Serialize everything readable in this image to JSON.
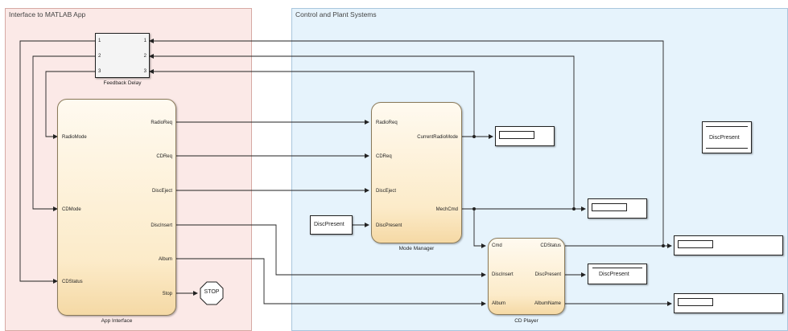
{
  "areas": {
    "interface_title": "Interface to MATLAB App",
    "plant_title": "Control and Plant Systems"
  },
  "feedback_delay": {
    "name": "Feedback Delay",
    "inputs": [
      "1",
      "2",
      "3"
    ],
    "outputs": [
      "1",
      "2",
      "3"
    ]
  },
  "app_interface": {
    "name": "App Interface",
    "inputs": [
      "RadioMode",
      "CDMode",
      "CDStatus"
    ],
    "outputs": [
      "RadioReq",
      "CDReq",
      "DiscEject",
      "DiscInsert",
      "Album",
      "Stop"
    ]
  },
  "stop_block": {
    "label": "STOP"
  },
  "mode_manager": {
    "name": "Mode Manager",
    "inputs": [
      "RadioReq",
      "CDReq",
      "DiscEject",
      "DiscPresent"
    ],
    "outputs": [
      "CurrentRadioMode",
      "MechCmd"
    ]
  },
  "disc_present_const_1": {
    "label": "DiscPresent"
  },
  "disc_present_const_2": {
    "label": "DiscPresent"
  },
  "disc_present_const_3": {
    "label": "DiscPresent"
  },
  "cd_player": {
    "name": "CD Player",
    "inputs": [
      "Cmd",
      "DiscInsert",
      "Album"
    ],
    "outputs": [
      "CDStatus",
      "DiscPresent",
      "AlbumName"
    ]
  },
  "colors": {
    "interface_area": "#fbe9e7",
    "plant_area": "#e6f3fc",
    "chart_fill": "#fcebc9",
    "wire": "#222222"
  }
}
